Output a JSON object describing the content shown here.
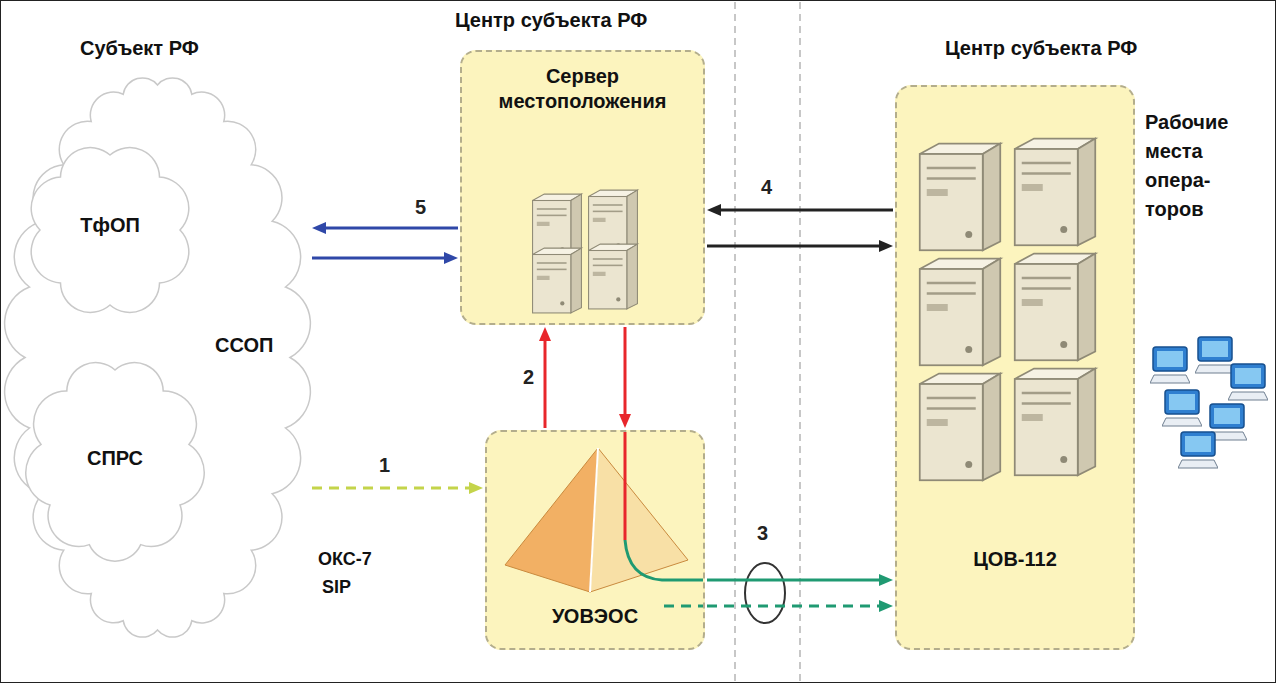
{
  "diagram": {
    "nodes": [
      {
        "text": [
          "ССОП"
        ]
      },
      {
        "text": [
          "ТфОП"
        ],
        "in": 0
      },
      {
        "text": [
          "СПРС"
        ],
        "in": 0
      },
      {
        "text": [
          "Сервер местоположения"
        ]
      },
      {
        "text": [
          "УОВЭОС"
        ]
      },
      {
        "text": [
          "ЦОВ-112"
        ]
      }
    ],
    "edges": [
      {
        "from": 3,
        "to": 0,
        "arrow": "to",
        "label": "5"
      },
      {
        "from": 0,
        "to": 3,
        "arrow": "to"
      },
      {
        "from": 5,
        "to": 3,
        "arrow": "to",
        "label": "4"
      },
      {
        "from": 3,
        "to": 5,
        "arrow": "to"
      },
      {
        "from": 4,
        "to": 3,
        "arrow": "to",
        "label": "2"
      },
      {
        "from": 3,
        "to": 4,
        "arrow": "to"
      },
      {
        "from": 0,
        "to": 4,
        "arrow": "to",
        "label": "1"
      },
      {
        "from": 4,
        "to": 5,
        "arrow": "to",
        "label": "3"
      },
      {
        "from": 4,
        "to": 5,
        "arrow": "to"
      }
    ],
    "labels": [
      "Субъект РФ",
      "Центр субъекта РФ",
      "Центр субъекта РФ",
      "ОКС-7",
      "SIP",
      "Рабочие места опера-торов"
    ]
  }
}
